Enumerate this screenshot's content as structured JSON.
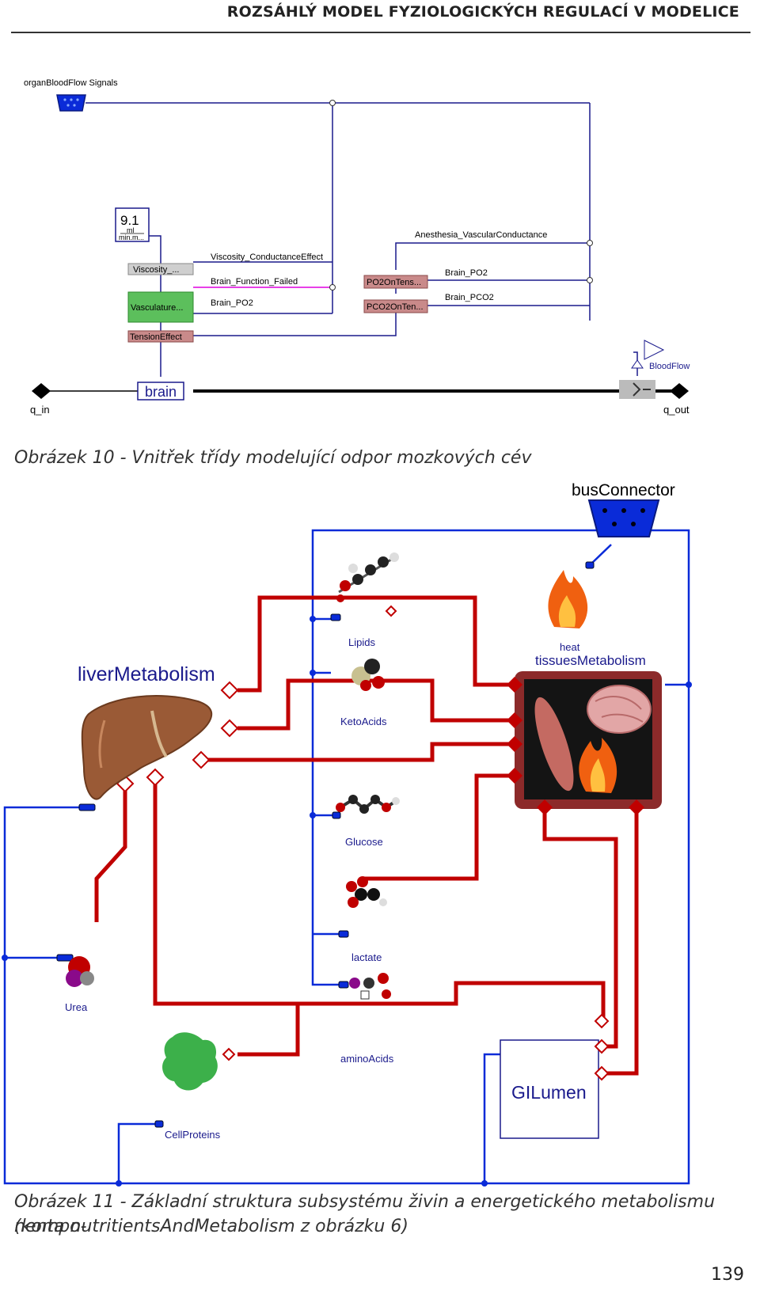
{
  "header": {
    "title": "ROZSÁHLÝ MODEL FYZIOLOGICKÝCH REGULACÍ V MODELICE"
  },
  "figure10": {
    "caption": "Obrázek 10 - Vnitřek třídy modelující odpor mozkových cév",
    "bus_label": "organBloodFlow Signals",
    "const_value": "9.1",
    "const_unit_num": "ml",
    "const_unit_den": "min.m...",
    "blocks": {
      "viscosity": "Viscosity_...",
      "vasculature": "Vasculature...",
      "tension": "TensionEffect",
      "po2": "PO2OnTens...",
      "pco2": "PCO2OnTen...",
      "brain": "brain"
    },
    "signals": {
      "viscosity_effect": "Viscosity_ConductanceEffect",
      "function_failed": "Brain_Function_Failed",
      "brain_po2_left": "Brain_PO2",
      "anesthesia": "Anesthesia_VascularConductance",
      "brain_po2_right": "Brain_PO2",
      "brain_pco2": "Brain_PCO2",
      "bloodflow": "BloodFlow"
    },
    "ports": {
      "q_in": "q_in",
      "q_out": "q_out"
    }
  },
  "figure11": {
    "caption_line1": "Obrázek 11 - Základní struktura subsystému živin a energetického metabolismu (kompo-",
    "caption_line2": "nenta nutritientsAndMetabolism z obrázku 6)",
    "bus_label": "busConnector",
    "components": {
      "liver": "liverMetabolism",
      "tissues": "tissuesMetabolism",
      "heat": "heat",
      "lipids": "Lipids",
      "ketoacids": "KetoAcids",
      "glucose": "Glucose",
      "lactate": "lactate",
      "urea": "Urea",
      "aminoacids": "aminoAcids",
      "cellproteins": "CellProteins",
      "gilumen": "GILumen"
    }
  },
  "page_number": "139",
  "colors": {
    "signal_blue": "#1a1a8c",
    "bus_blue": "#0a2bd8",
    "flow_red": "#c00000",
    "failed_magenta": "#e000e0",
    "block_red": "#c98a8a",
    "block_green": "#5cbf5c"
  }
}
